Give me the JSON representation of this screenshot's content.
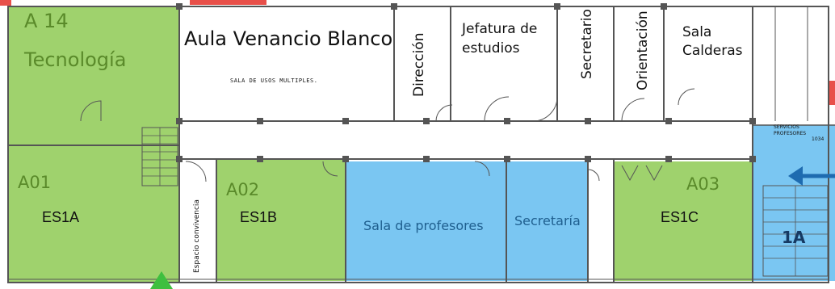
{
  "colors": {
    "room_green": "#9fd26d",
    "room_blue": "#7ac6f2",
    "wall": "#555555",
    "accent_red": "#e8504a",
    "arrow_blue": "#1e6bb0",
    "arrow_green": "#3fbf3f"
  },
  "rooms": {
    "a14": {
      "code": "A 14",
      "name": "Tecnología"
    },
    "aula": {
      "name": "Aula Venancio Blanco",
      "stamp": "SALA DE USOS MULTIPLES."
    },
    "direccion": {
      "name": "Dirección"
    },
    "jefatura": {
      "line1": "Jefatura de",
      "line2": "estudios"
    },
    "secretario": {
      "name": "Secretario"
    },
    "orientacion": {
      "name": "Orientación"
    },
    "calderas": {
      "line1": "Sala",
      "line2": "Calderas"
    },
    "servicios": {
      "line1": "SERVICIOS",
      "line2": "PROFESORES",
      "line3": "1034"
    },
    "a01": {
      "code": "A01",
      "group": "ES1A"
    },
    "convivencia": {
      "name": "Espacio convivencia"
    },
    "a02": {
      "code": "A02",
      "group": "ES1B"
    },
    "profesores": {
      "name": "Sala de profesores"
    },
    "secretaria": {
      "name": "Secretaría"
    },
    "a03": {
      "code": "A03",
      "group": "ES1C"
    },
    "stair1a": {
      "code": "1A"
    }
  }
}
